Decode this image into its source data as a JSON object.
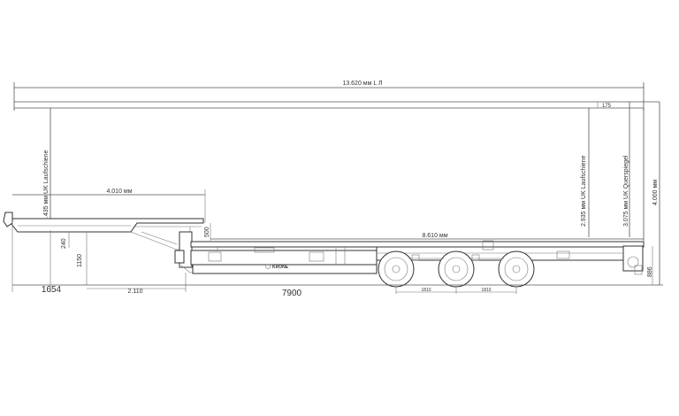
{
  "dimensions": {
    "overall_length": "13.620 мм L Л",
    "top_right": "175",
    "laufschiene_left": "2.435 мм UK Laufschiene",
    "deck_front": "4.010 мм",
    "gooseneck": "500",
    "deck_main": "8.610 мм",
    "laufschiene_right": "2.935 мм UK Laufschiene",
    "querspiegel": "3.075 мм UK Querspiegel",
    "total_height": "4.000 мм",
    "left_240": "240",
    "left_1150": "1150",
    "front_overhang": "1654",
    "kingpin_2110": "2.110",
    "wheelbase": "7900",
    "axle_spacing_1": "1810",
    "axle_spacing_2": "1810",
    "rear_886": "886"
  },
  "brand": "KRONE"
}
